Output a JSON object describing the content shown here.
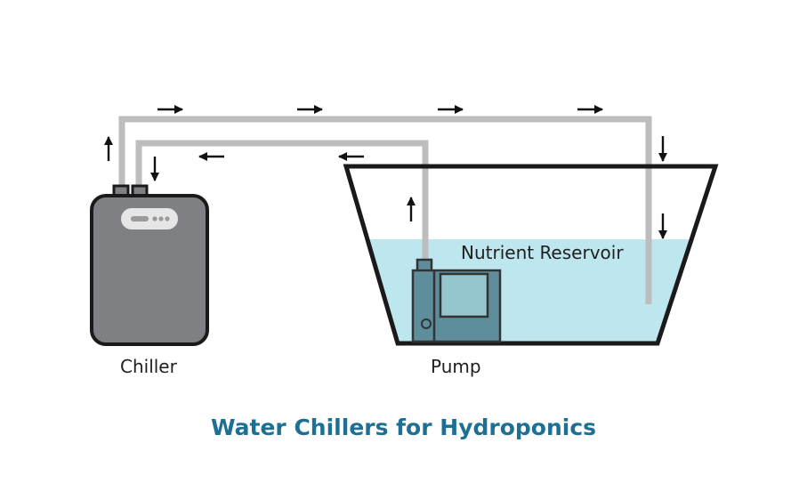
{
  "title": "Water Chillers for Hydroponics",
  "labels": {
    "chiller": "Chiller",
    "pump": "Pump",
    "reservoir": "Nutrient Reservoir"
  },
  "colors": {
    "title": "#1d6f93",
    "pipe": "#bdbdbd",
    "water": "#bde6ef",
    "chiller_body": "#7f8084",
    "pump_body": "#5e8e9c",
    "outline": "#1a1a1a"
  },
  "flow": {
    "supply_line_arrows": "right",
    "return_line_arrows": "left",
    "chiller_outlet_arrow": "up",
    "chiller_inlet_arrow": "down",
    "reservoir_inlet_arrow": "down",
    "pump_outlet_arrow": "up"
  }
}
